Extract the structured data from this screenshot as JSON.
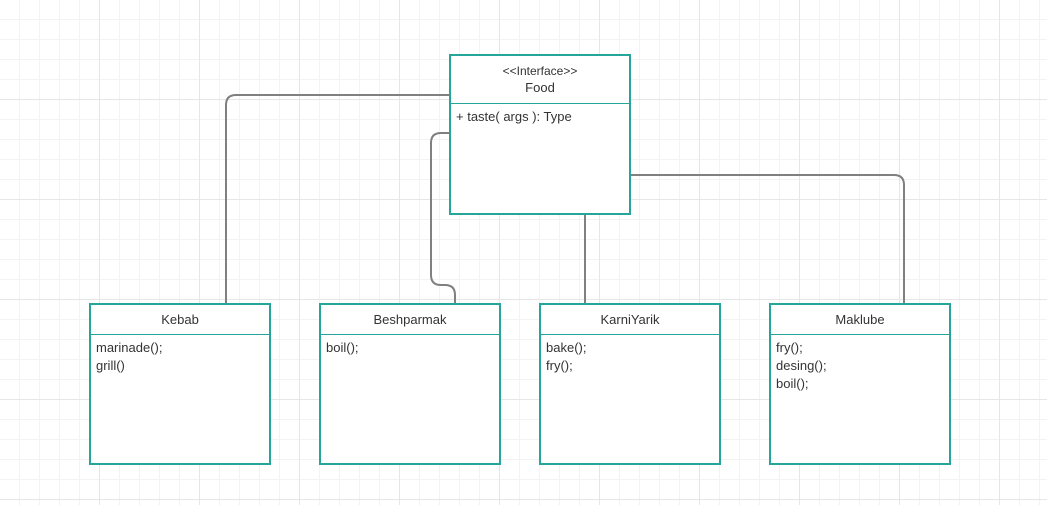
{
  "interface": {
    "stereotype": "<<Interface>>",
    "name": "Food",
    "members": [
      "+ taste( args ): Type"
    ]
  },
  "classes": [
    {
      "name": "Kebab",
      "members": [
        "marinade();",
        "grill()"
      ]
    },
    {
      "name": "Beshparmak",
      "members": [
        "boil();"
      ]
    },
    {
      "name": "KarniYarik",
      "members": [
        "bake();",
        "fry();"
      ]
    },
    {
      "name": "Maklube",
      "members": [
        "fry();",
        "desing();",
        "boil();"
      ]
    }
  ],
  "colors": {
    "class_border": "#26a69a",
    "connector": "#808080",
    "text": "#333333"
  }
}
